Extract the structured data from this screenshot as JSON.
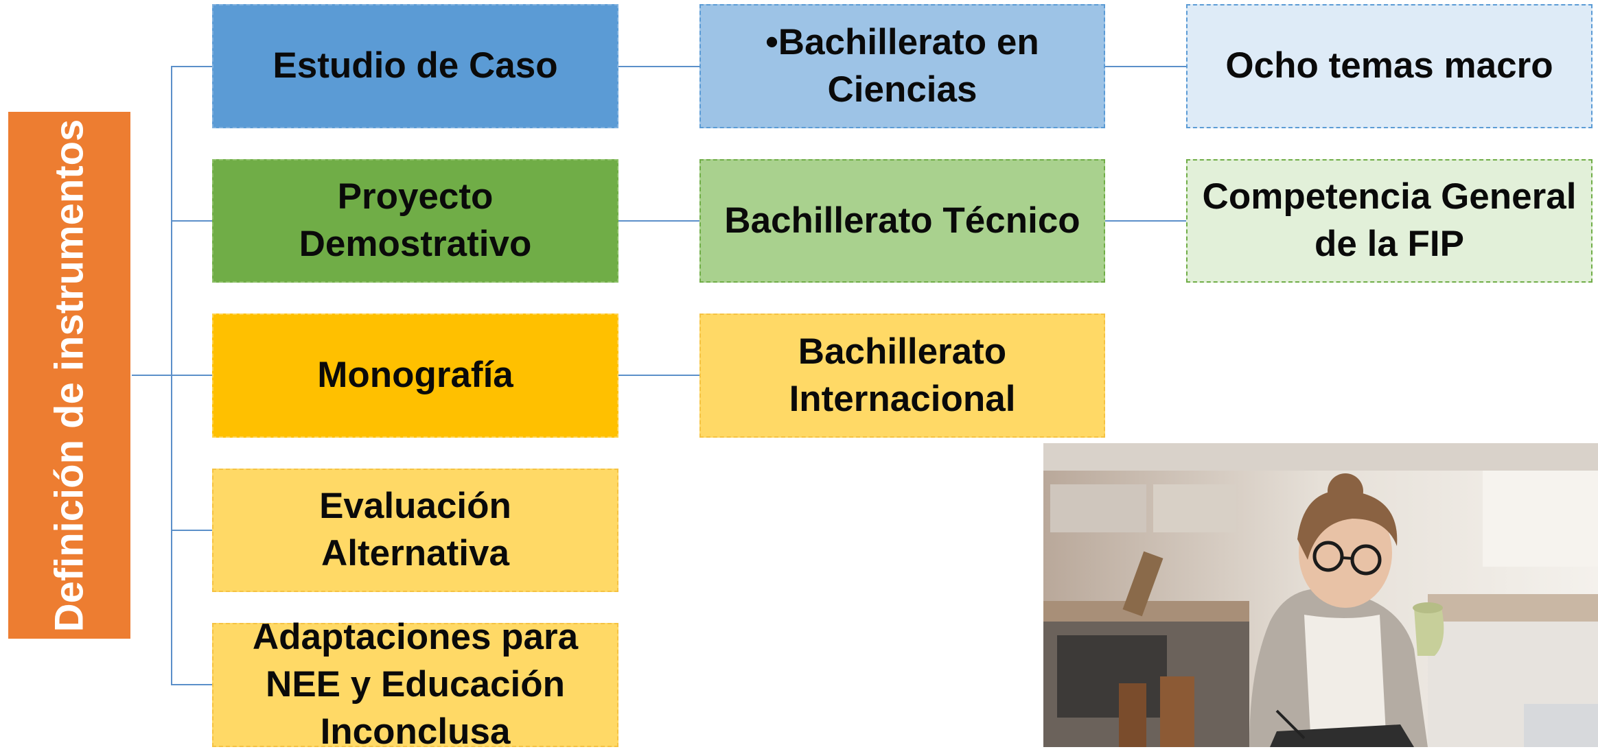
{
  "root": {
    "label": "Definición de instrumentos"
  },
  "level1": [
    {
      "label": "Estudio de Caso"
    },
    {
      "label": "Proyecto Demostrativo"
    },
    {
      "label": "Monografía"
    },
    {
      "label": "Evaluación Alternativa"
    },
    {
      "label": "Adaptaciones para NEE y Educación Inconclusa"
    }
  ],
  "level2": [
    {
      "label": "•Bachillerato en Ciencias"
    },
    {
      "label": "Bachillerato Técnico"
    },
    {
      "label": "Bachillerato Internacional"
    }
  ],
  "level3": [
    {
      "label": "Ocho temas macro"
    },
    {
      "label": "Competencia General de la FIP"
    }
  ],
  "colors": {
    "root": "#ed7d31",
    "blue": "#5b9bd5",
    "blue_light": "#9dc3e6",
    "blue_pale": "#deebf7",
    "green": "#70ad47",
    "green_light": "#a9d18e",
    "green_pale": "#e2f0d9",
    "gold": "#ffc000",
    "gold_light": "#ffd966",
    "connector": "#5b8fc9"
  },
  "photo": {
    "description_icon": "woman-studying-photo"
  }
}
